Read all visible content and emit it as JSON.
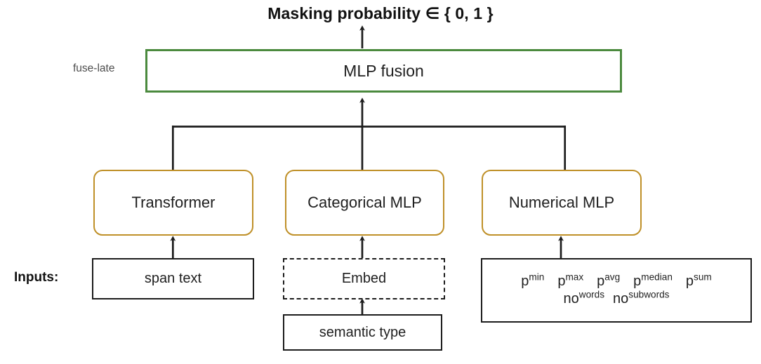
{
  "diagram": {
    "title": "Masking probability ∈ { 0, 1 }",
    "fuse_label": "fuse-late",
    "inputs_label": "Inputs:",
    "fusion": {
      "label": "MLP fusion",
      "border_color": "#4b8a3e"
    },
    "encoders": [
      {
        "name": "transformer",
        "label": "Transformer",
        "border_color": "#bf9028"
      },
      {
        "name": "categorical-mlp",
        "label": "Categorical MLP",
        "border_color": "#bf9028"
      },
      {
        "name": "numerical-mlp",
        "label": "Numerical MLP",
        "border_color": "#bf9028"
      }
    ],
    "inputs": {
      "span_text": {
        "label": "span text",
        "border_style": "solid",
        "border_color": "#1c1c1c"
      },
      "embed": {
        "label": "Embed",
        "border_style": "dashed",
        "border_color": "#1c1c1c"
      },
      "semantic_type": {
        "label": "semantic type",
        "border_style": "solid",
        "border_color": "#1c1c1c"
      }
    },
    "numerical_features": {
      "row_1": [
        {
          "base": "p",
          "sup": "min"
        },
        {
          "base": "p",
          "sup": "max"
        },
        {
          "base": "p",
          "sup": "avg"
        },
        {
          "base": "p",
          "sup": "median"
        },
        {
          "base": "p",
          "sup": "sum"
        }
      ],
      "row_2": [
        {
          "base": "no",
          "sup": "words"
        },
        {
          "base": "no",
          "sup": "subwords"
        }
      ]
    },
    "arrow_color": "#1c1c1c"
  }
}
